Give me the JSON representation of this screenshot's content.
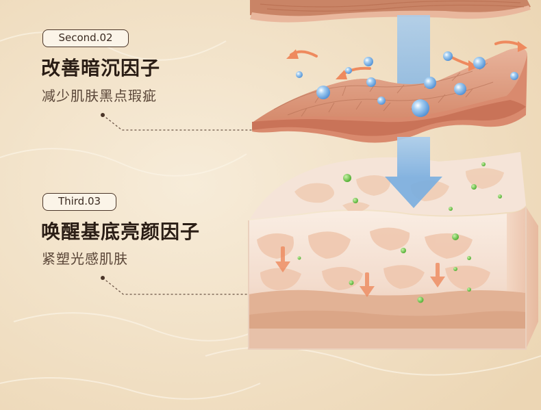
{
  "sections": [
    {
      "badge": "Second.02",
      "title": "改善暗沉因子",
      "desc": "减少肌肤黑点瑕疵"
    },
    {
      "badge": "Third.03",
      "title": "唤醒基底亮颜因子",
      "desc": "紧塑光感肌肤"
    }
  ],
  "colors": {
    "background": "#f2e2c8",
    "skin": "#e3a489",
    "blueArrow": "#86b6e0",
    "orangeArrow": "#ee8a5e",
    "green": "#6cc64a"
  }
}
